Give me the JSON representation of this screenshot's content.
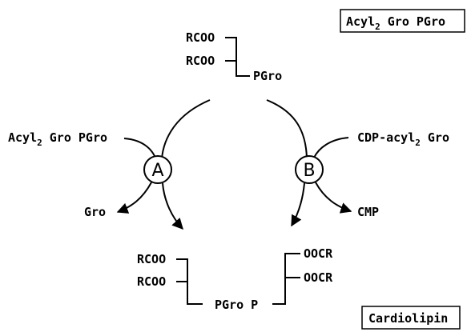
{
  "top_structure": {
    "chain1": "RCOO",
    "chain2": "RCOO",
    "head": "PGro",
    "name_pre": "Acyl",
    "name_sub": "2",
    "name_post": " Gro PGro"
  },
  "pathway_a": {
    "enzyme": "A",
    "substrate_pre": "Acyl",
    "substrate_sub": "2",
    "substrate_post": " Gro PGro",
    "byproduct": "Gro"
  },
  "pathway_b": {
    "enzyme": "B",
    "substrate_pre": "CDP-acyl",
    "substrate_sub": "2",
    "substrate_post": " Gro",
    "byproduct": "CMP"
  },
  "product": {
    "left_chain1": "RCOO",
    "left_chain2": "RCOO",
    "right_chain1": "OOCR",
    "right_chain2": "OOCR",
    "backbone": "PGro P",
    "name": "Cardiolipin"
  }
}
